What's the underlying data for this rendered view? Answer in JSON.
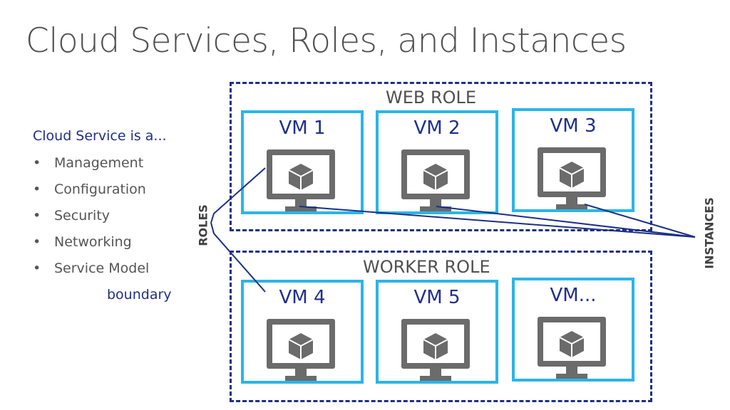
{
  "title": "Cloud Services, Roles, and Instances",
  "sidebar": {
    "heading": "Cloud Service is a...",
    "bullets": [
      "Management",
      "Configuration",
      "Security",
      "Networking",
      "Service Model"
    ],
    "bullet_glyph": "•",
    "tail": "boundary"
  },
  "roles": [
    {
      "label": "WEB ROLE",
      "vms": [
        "VM 1",
        "VM 2",
        "VM 3"
      ]
    },
    {
      "label": "WORKER ROLE",
      "vms": [
        "VM 4",
        "VM 5",
        "VM..."
      ]
    }
  ],
  "connector_labels": {
    "roles": "ROLES",
    "instances": "INSTANCES"
  },
  "colors": {
    "accent_blue": "#2ab5e8",
    "dark_navy": "#1c2f87",
    "monitor_gray": "#6b6b6b",
    "text_gray": "#505050"
  },
  "icons": {
    "vm": "monitor-with-cube-icon"
  }
}
